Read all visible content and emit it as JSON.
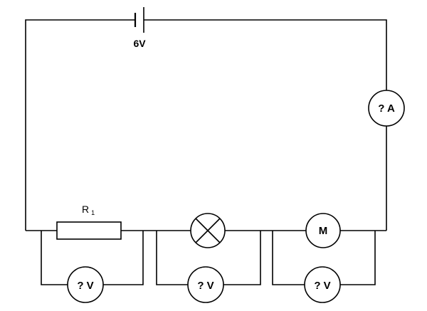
{
  "battery": {
    "label": "6V"
  },
  "ammeter": {
    "label": "? A"
  },
  "resistor": {
    "label": "R",
    "subscript": "1"
  },
  "motor": {
    "label": "M"
  },
  "voltmeters": [
    {
      "label": "? V"
    },
    {
      "label": "? V"
    },
    {
      "label": "? V"
    }
  ]
}
